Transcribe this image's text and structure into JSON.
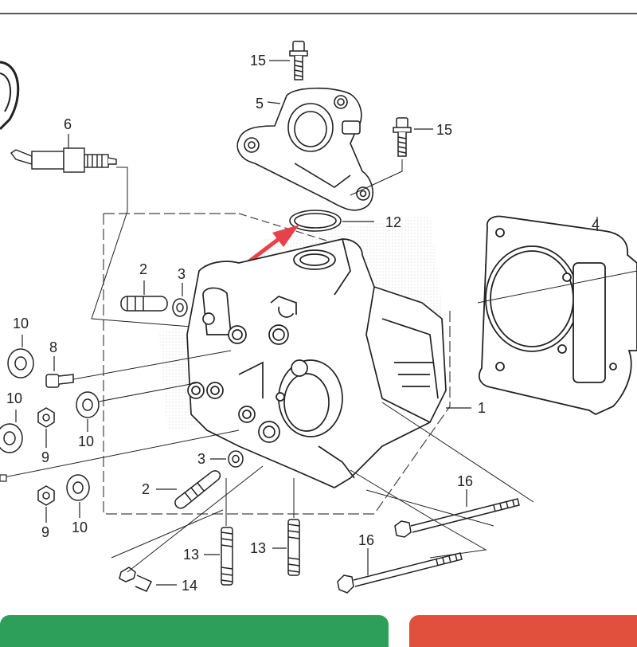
{
  "diagram": {
    "callouts": [
      {
        "id": "c15a",
        "label": "15"
      },
      {
        "id": "c5",
        "label": "5"
      },
      {
        "id": "c15b",
        "label": "15"
      },
      {
        "id": "c6",
        "label": "6"
      },
      {
        "id": "c12",
        "label": "12"
      },
      {
        "id": "c4",
        "label": "4"
      },
      {
        "id": "c2a",
        "label": "2"
      },
      {
        "id": "c3a",
        "label": "3"
      },
      {
        "id": "c10a",
        "label": "10"
      },
      {
        "id": "c8",
        "label": "8"
      },
      {
        "id": "c10b",
        "label": "10"
      },
      {
        "id": "c9a",
        "label": "9"
      },
      {
        "id": "c10c",
        "label": "10"
      },
      {
        "id": "c1",
        "label": "1"
      },
      {
        "id": "c3b",
        "label": "3"
      },
      {
        "id": "c2b",
        "label": "2"
      },
      {
        "id": "c16a",
        "label": "16"
      },
      {
        "id": "c9b",
        "label": "9"
      },
      {
        "id": "c10d",
        "label": "10"
      },
      {
        "id": "c16b",
        "label": "16"
      },
      {
        "id": "c13a",
        "label": "13"
      },
      {
        "id": "c13b",
        "label": "13"
      },
      {
        "id": "c14",
        "label": "14"
      }
    ]
  },
  "colors": {
    "line": "#333333",
    "highlight_arrow": "#e8414a",
    "watermark": "#d9d9d9",
    "button_green": "#2e9e5b",
    "button_red": "#e0503c"
  },
  "buttons": {
    "left": {
      "color": "#2e9e5b"
    },
    "right": {
      "color": "#e0503c"
    }
  }
}
